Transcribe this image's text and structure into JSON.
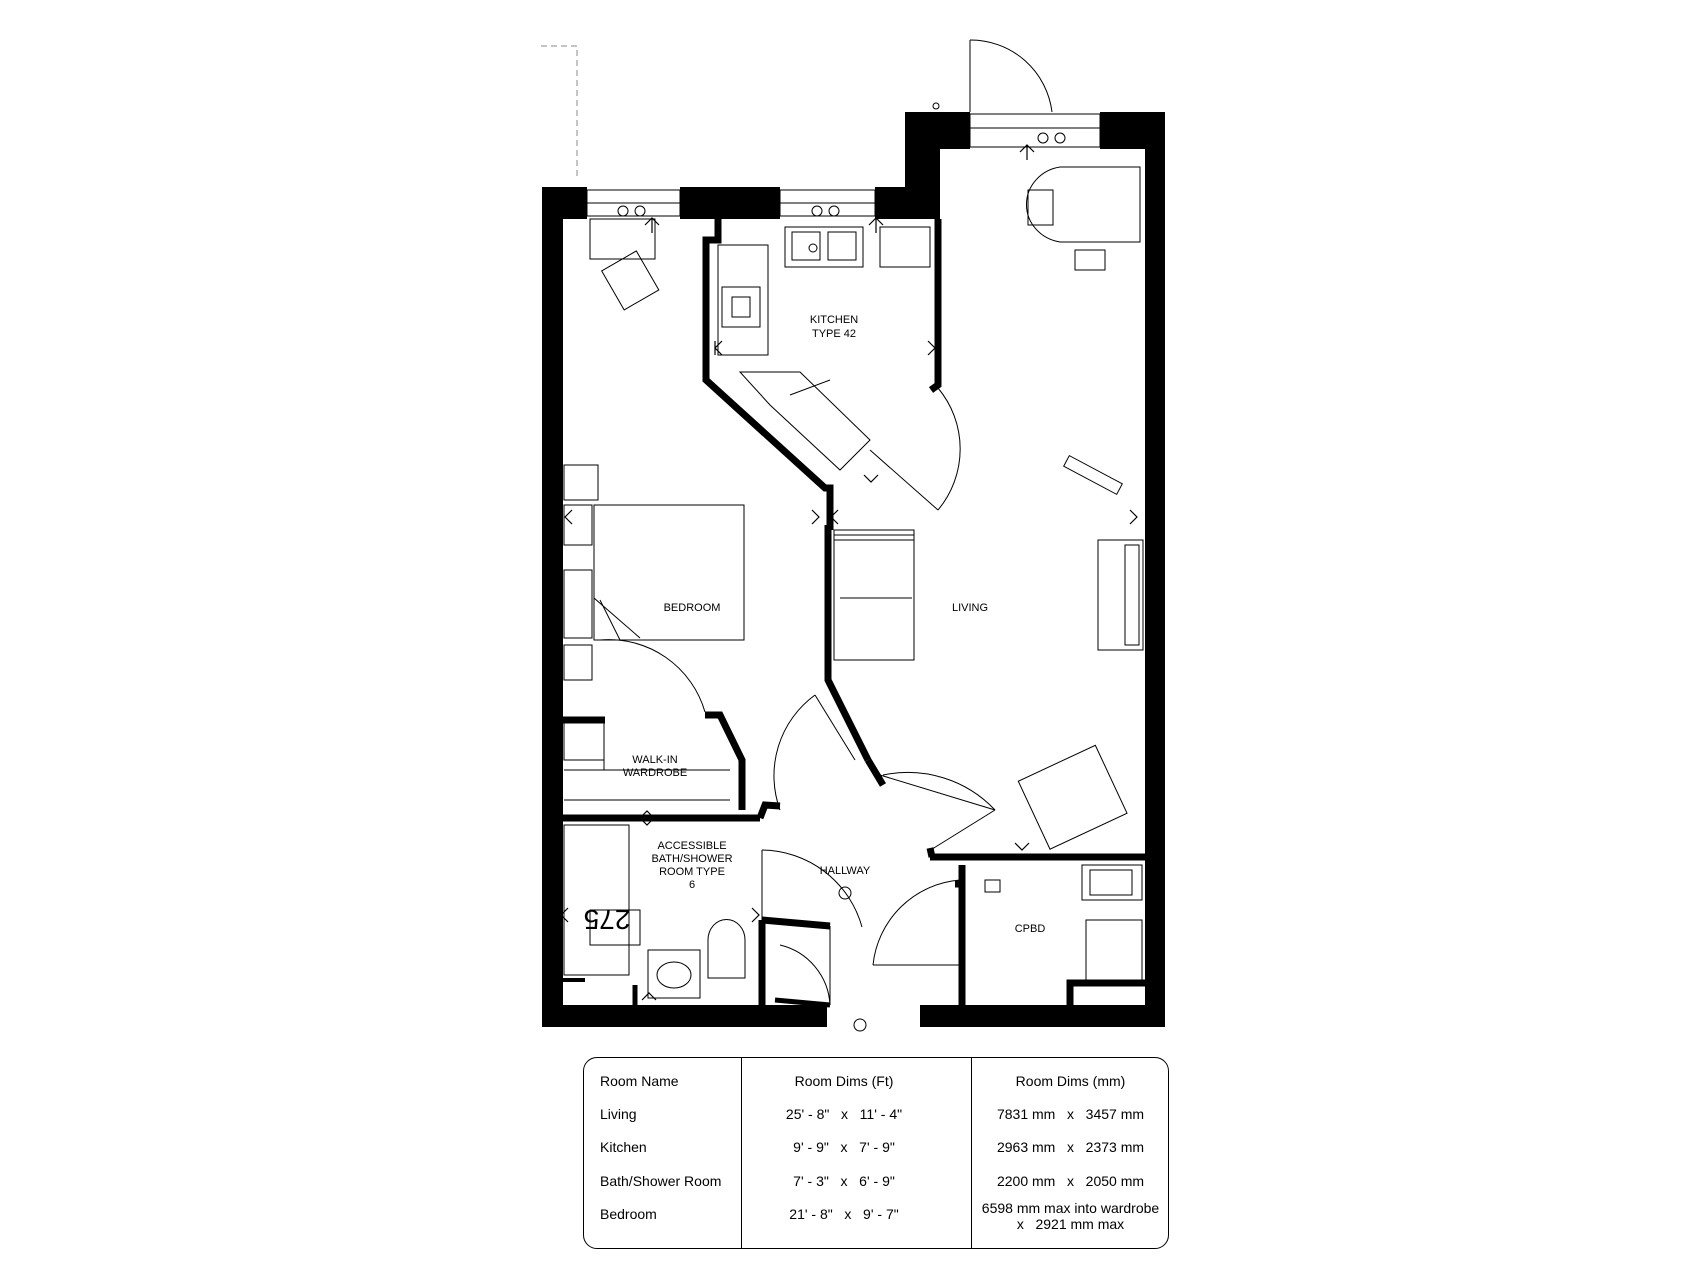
{
  "rooms": {
    "kitchen": [
      "KITCHEN",
      "TYPE 42"
    ],
    "bedroom": "BEDROOM",
    "living": "LIVING",
    "wardrobe": [
      "WALK-IN",
      "WARDROBE"
    ],
    "bathroom": [
      "ACCESSIBLE",
      "BATH/SHOWER",
      "ROOM TYPE",
      "6"
    ],
    "hallway": "HALLWAY",
    "cupboard": "CPBD"
  },
  "unit_number": "275",
  "table": {
    "headers": [
      "Room Name",
      "Room Dims (Ft)",
      "Room Dims (mm)"
    ],
    "rows": [
      [
        "Living",
        "25' - 8\"   x   11' - 4\"",
        "7831 mm   x   3457 mm"
      ],
      [
        "Kitchen",
        "9' - 9\"   x   7' - 9\"",
        "2963 mm   x   2373 mm"
      ],
      [
        "Bath/Shower Room",
        "7' - 3\"   x   6' - 9\"",
        "2200 mm   x   2050 mm"
      ],
      [
        "Bedroom",
        "21' - 8\"   x   9' - 7\"",
        "6598 mm max into wardrobe\nx   2921 mm max"
      ]
    ]
  },
  "colors": {
    "wall": "#000000",
    "background": "#ffffff"
  }
}
